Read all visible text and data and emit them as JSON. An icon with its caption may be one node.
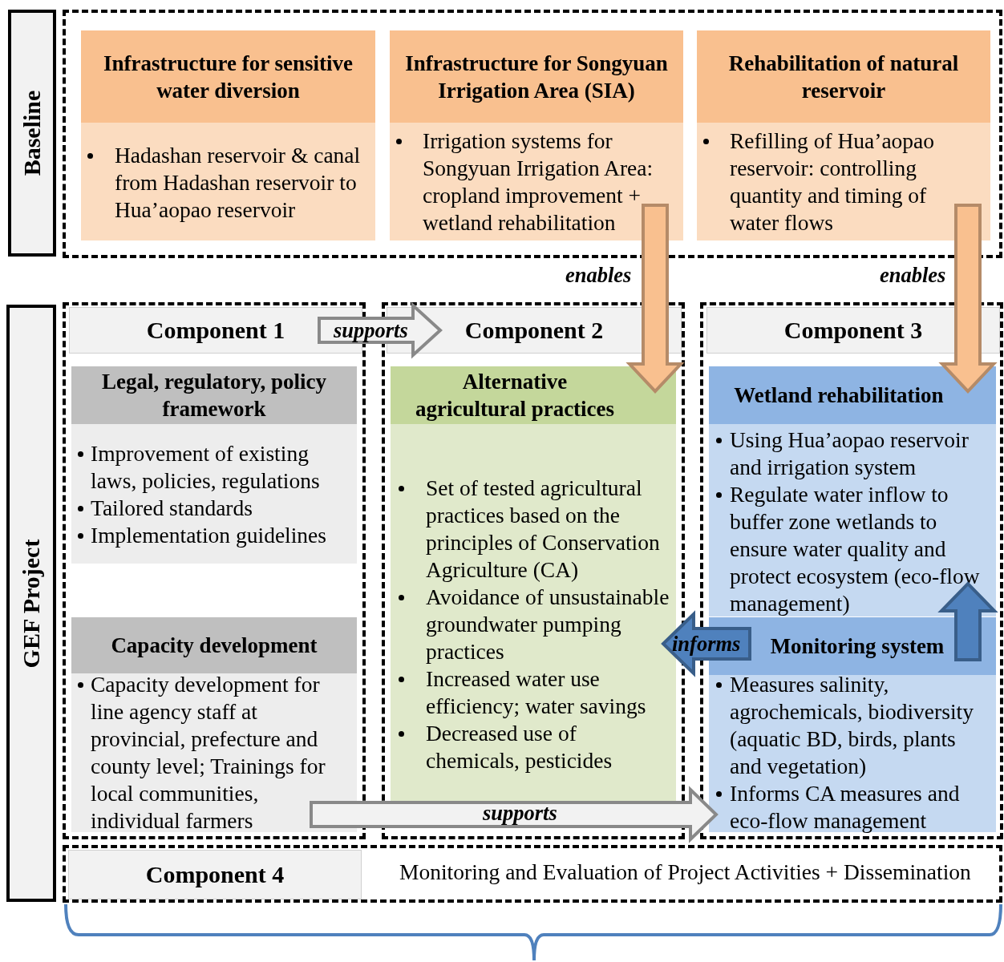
{
  "diagram": {
    "nodes": [
      {
        "text": [
          "Baseline"
        ]
      },
      {
        "text": [],
        "shape": "box"
      },
      {
        "text": [
          "Infrastructure for sensitive water diversion",
          "Hadashan reservoir & canal from Hadashan reservoir to Hua’aopao reservoir"
        ],
        "in": 1
      },
      {
        "text": [
          "Infrastructure for Songyuan Irrigation Area (SIA)",
          "Irrigation systems for Songyuan Irrigation Area: cropland improvement + wetland rehabilitation"
        ],
        "in": 1
      },
      {
        "text": [
          "Rehabilitation of natural reservoir",
          "Refilling of Hua’aopao reservoir: controlling quantity and timing of water flows"
        ],
        "in": 1
      },
      {
        "text": [
          "GEF Project"
        ]
      },
      {
        "text": [
          "Component 1"
        ]
      },
      {
        "text": [
          "Legal, regulatory, policy framework",
          "Improvement of existing laws, policies, regulations",
          "Tailored standards",
          "Implementation guidelines"
        ],
        "in": 6
      },
      {
        "text": [
          "Capacity development",
          "Capacity development for line agency staff at provincial, prefecture and county level; Trainings for local communities, individual farmers"
        ],
        "in": 6
      },
      {
        "text": [
          "Component 2"
        ]
      },
      {
        "text": [
          "Alternative agricultural practices",
          "Set of tested agricultural practices based on the principles of Conservation Agriculture (CA)",
          "Avoidance of unsustainable groundwater pumping practices",
          "Increased water use efficiency; water savings",
          "Decreased use of chemicals, pesticides"
        ],
        "in": 9
      },
      {
        "text": [
          "Component 3"
        ]
      },
      {
        "text": [
          "Wetland rehabilitation",
          "Using Hua’aopao reservoir and irrigation system",
          "Regulate water inflow to buffer zone wetlands to ensure water quality and protect ecosystem (eco-flow management)"
        ],
        "in": 11
      },
      {
        "text": [
          "Monitoring system",
          "Measures salinity, agrochemicals, biodiversity (aquatic BD, birds, plants and vegetation)",
          "Informs CA measures and eco-flow management"
        ],
        "in": 11
      },
      {
        "text": [
          "Component 4",
          "Monitoring and Evaluation of Project Activities + Dissemination"
        ]
      }
    ],
    "edges": [
      {
        "from": 3,
        "to": 10,
        "arrow": "to",
        "label": "enables",
        "style": "thick",
        "color": "#f9c08f"
      },
      {
        "from": 4,
        "to": 12,
        "arrow": "to",
        "label": "enables",
        "style": "thick",
        "color": "#f9c08f"
      },
      {
        "from": 6,
        "to": 9,
        "arrow": "to",
        "label": "supports",
        "style": "thick",
        "color": "#f2f2f2"
      },
      {
        "from": 8,
        "to": 13,
        "arrow": "to",
        "label": "supports",
        "style": "thick",
        "color": "#f2f2f2"
      },
      {
        "from": 13,
        "to": 10,
        "arrow": "to",
        "label": "informs",
        "style": "thick",
        "color": "#4f81bd"
      },
      {
        "from": 13,
        "to": 12,
        "arrow": "to",
        "style": "thick",
        "color": "#4f81bd"
      }
    ]
  }
}
